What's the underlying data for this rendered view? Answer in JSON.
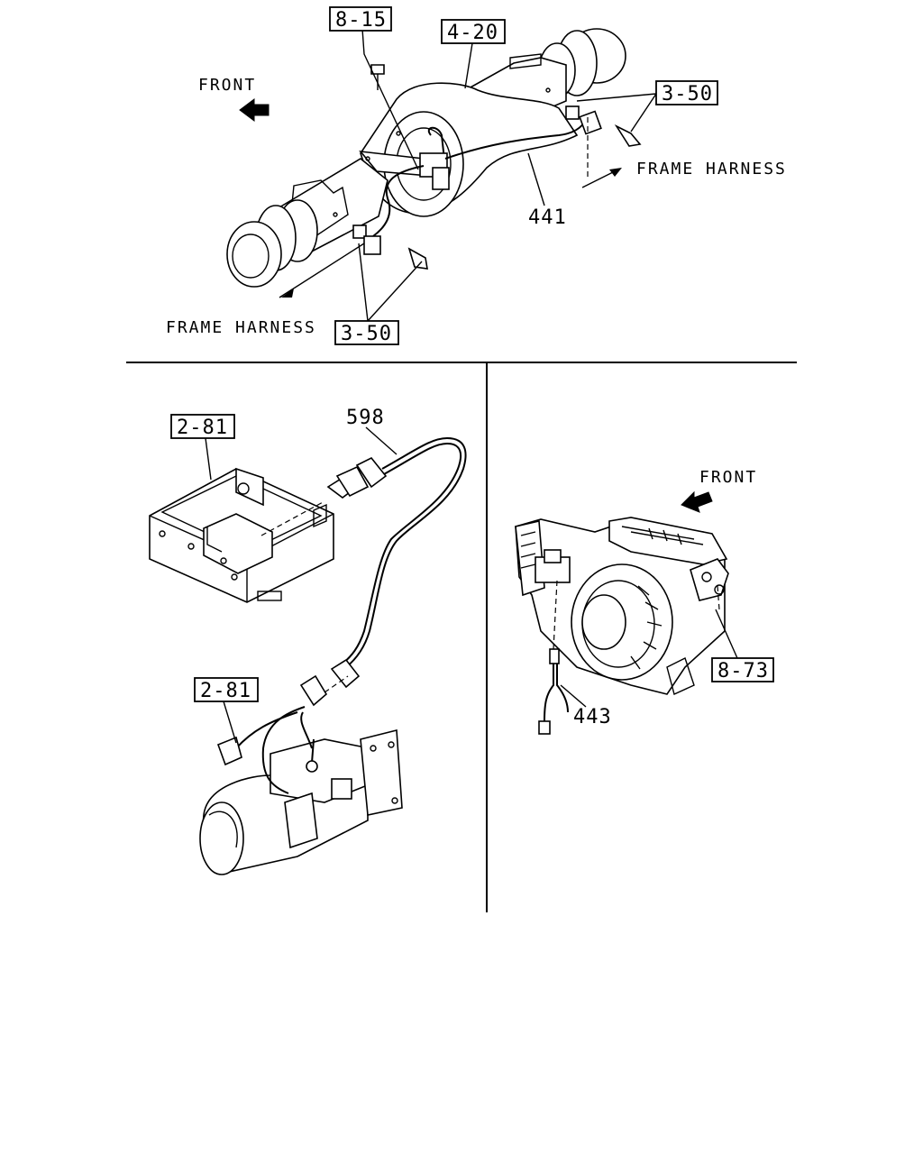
{
  "top_panel": {
    "front_label": "FRONT",
    "ref_8_15": "8-15",
    "ref_4_20": "4-20",
    "ref_3_50_upper": "3-50",
    "ref_3_50_lower": "3-50",
    "frame_harness_right": "FRAME HARNESS",
    "frame_harness_left": "FRAME HARNESS",
    "part_441": "441"
  },
  "lower_left_panel": {
    "ref_2_81_upper": "2-81",
    "ref_2_81_lower": "2-81",
    "part_598": "598"
  },
  "lower_right_panel": {
    "front_label": "FRONT",
    "ref_8_73": "8-73",
    "part_443": "443"
  },
  "icons": [
    "front-arrow-icon",
    "frame-harness-arrow-icon"
  ],
  "colors": {
    "ink": "#000000",
    "paper": "#ffffff"
  }
}
